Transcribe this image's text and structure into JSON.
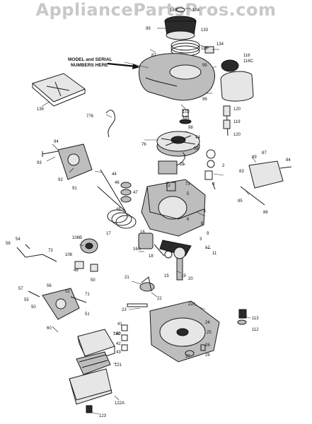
{
  "watermark": "AppliancePartsPros.com",
  "model_note": {
    "line1": "MODEL and SERIAL",
    "line2": "NUMBERS HERE"
  },
  "part_numbers": [
    "169",
    "104",
    "99",
    "133",
    "87",
    "118",
    "134",
    "116",
    "116C",
    "95",
    "135",
    "96",
    "102",
    "101",
    "98",
    "776",
    "120",
    "119",
    "120",
    "94",
    "76",
    "74",
    "58",
    "93",
    "92",
    "91",
    "44",
    "46",
    "47",
    "45",
    "75",
    "72",
    "73",
    "5",
    "2",
    "4",
    "89",
    "87",
    "84",
    "83",
    "85",
    "86",
    "1",
    "17",
    "16",
    "6",
    "8",
    "9",
    "106B",
    "58",
    "54",
    "73",
    "106",
    "18",
    "15",
    "16A",
    "19",
    "20",
    "48",
    "50",
    "3",
    "12",
    "11",
    "57",
    "55",
    "56",
    "52",
    "71",
    "51",
    "50",
    "60",
    "21",
    "22",
    "23",
    "22A",
    "24",
    "25",
    "26",
    "27",
    "28",
    "113",
    "112",
    "41",
    "40",
    "42",
    "43",
    "122",
    "121",
    "122A",
    "123"
  ]
}
